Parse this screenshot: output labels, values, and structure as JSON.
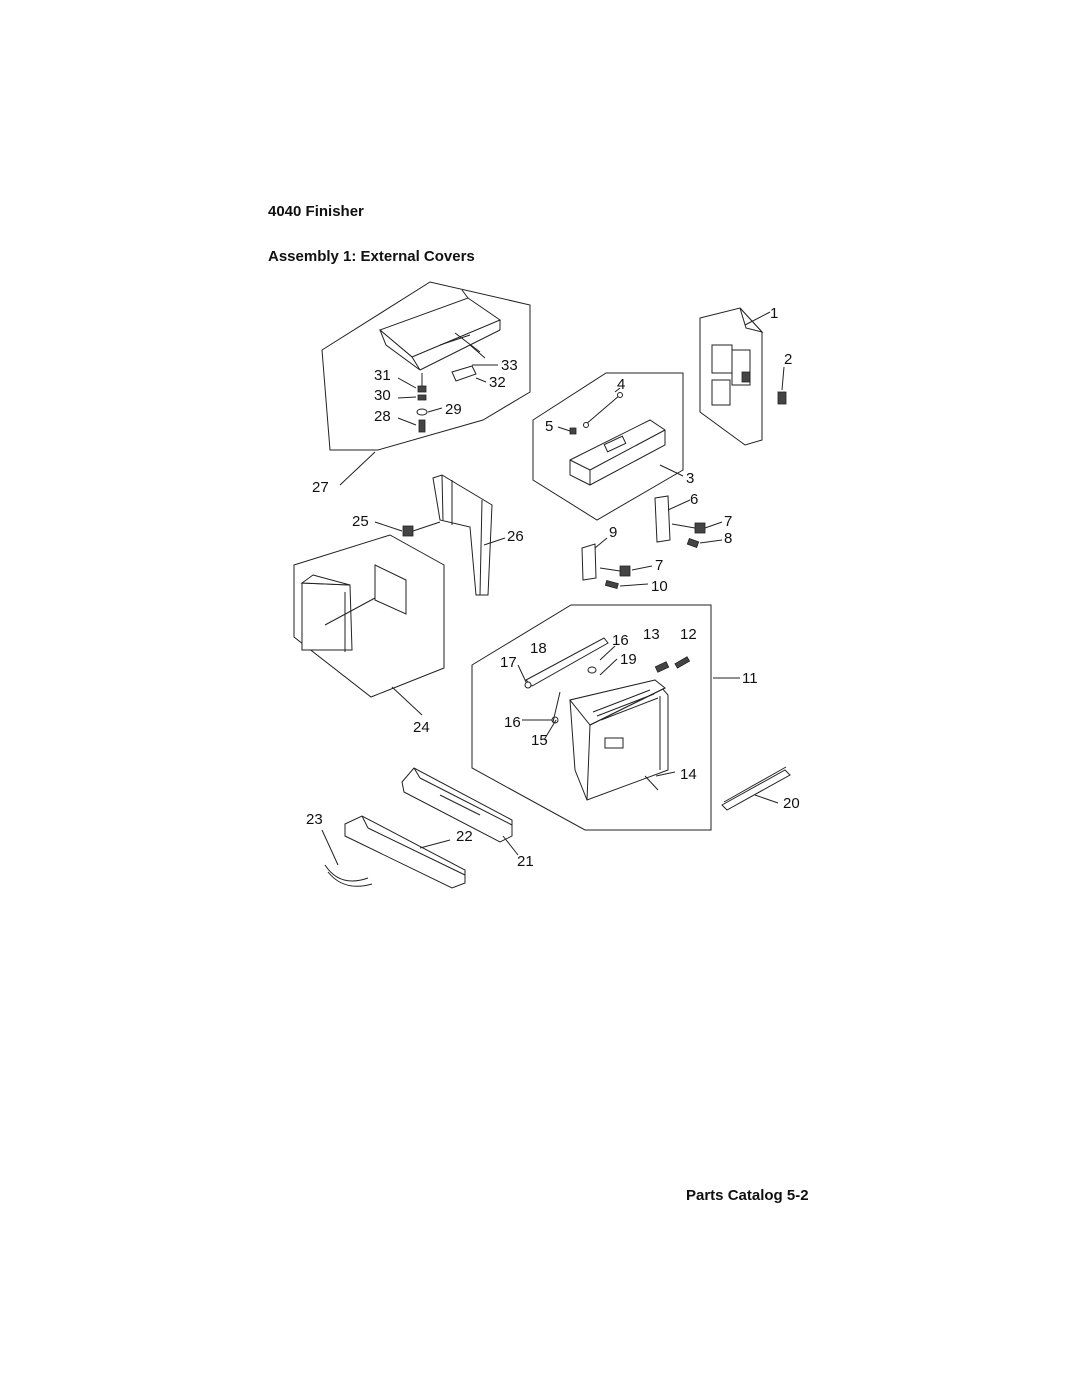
{
  "document": {
    "title": "4040 Finisher",
    "subtitle": "Assembly 1:  External Covers",
    "footer": "Parts Catalog 5-2"
  },
  "callouts": {
    "c1": "1",
    "c2": "2",
    "c3": "3",
    "c4": "4",
    "c5": "5",
    "c6": "6",
    "c7a": "7",
    "c7b": "7",
    "c8": "8",
    "c9": "9",
    "c10": "10",
    "c11": "11",
    "c12": "12",
    "c13": "13",
    "c14": "14",
    "c15": "15",
    "c16a": "16",
    "c16b": "16",
    "c17": "17",
    "c18": "18",
    "c19": "19",
    "c20": "20",
    "c21": "21",
    "c22": "22",
    "c23": "23",
    "c24": "24",
    "c25": "25",
    "c26": "26",
    "c27": "27",
    "c28": "28",
    "c29": "29",
    "c30": "30",
    "c31": "31",
    "c32": "32",
    "c33": "33"
  }
}
